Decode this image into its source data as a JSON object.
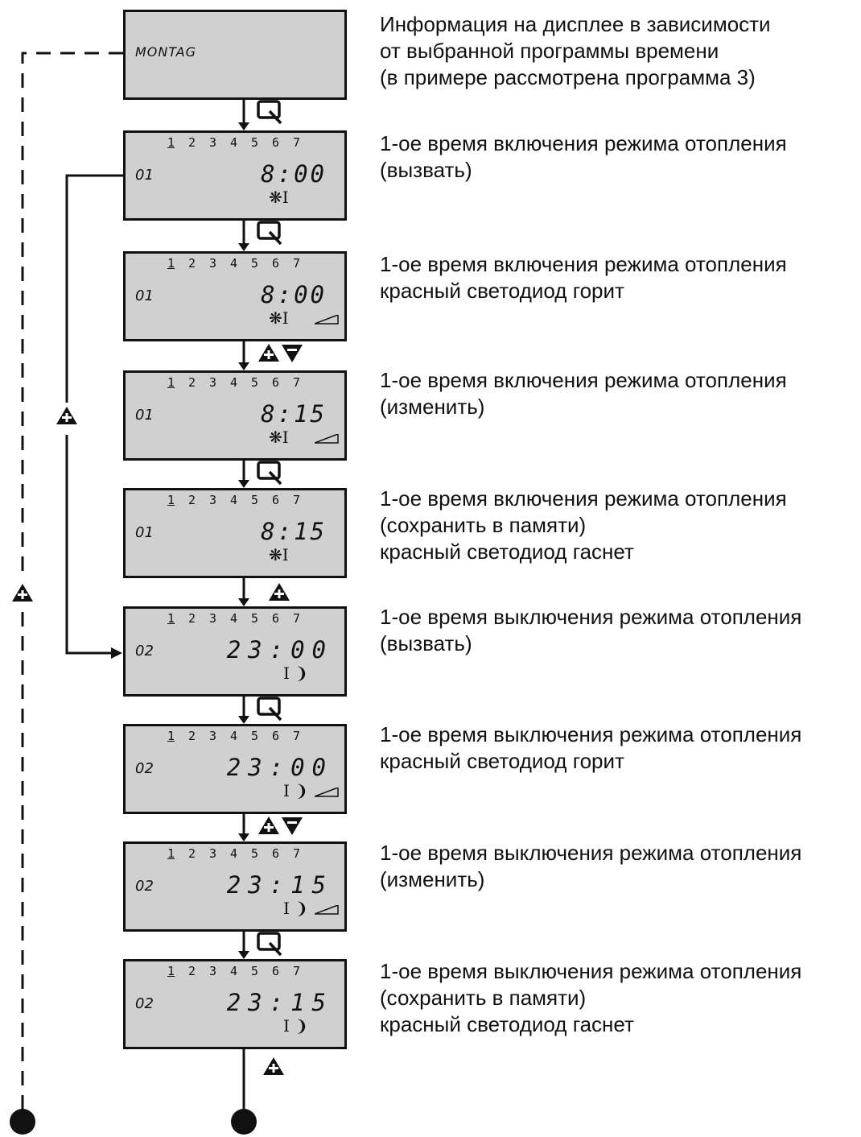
{
  "screens": [
    {
      "kind": "montag",
      "text": "MONTAG"
    },
    {
      "days": [
        "1",
        "2",
        "3",
        "4",
        "5",
        "6",
        "7"
      ],
      "active_day": "1",
      "code": "01",
      "time": "8:00",
      "symbol": "sun",
      "ramp": false
    },
    {
      "days": [
        "1",
        "2",
        "3",
        "4",
        "5",
        "6",
        "7"
      ],
      "active_day": "1",
      "code": "01",
      "time": "8:00",
      "symbol": "sun",
      "ramp": true
    },
    {
      "days": [
        "1",
        "2",
        "3",
        "4",
        "5",
        "6",
        "7"
      ],
      "active_day": "1",
      "code": "01",
      "time": "8:15",
      "symbol": "sun",
      "ramp": true
    },
    {
      "days": [
        "1",
        "2",
        "3",
        "4",
        "5",
        "6",
        "7"
      ],
      "active_day": "1",
      "code": "01",
      "time": "8:15",
      "symbol": "sun",
      "ramp": false
    },
    {
      "days": [
        "1",
        "2",
        "3",
        "4",
        "5",
        "6",
        "7"
      ],
      "active_day": "1",
      "code": "02",
      "time": "23:00",
      "symbol": "moon",
      "ramp": false
    },
    {
      "days": [
        "1",
        "2",
        "3",
        "4",
        "5",
        "6",
        "7"
      ],
      "active_day": "1",
      "code": "02",
      "time": "23:00",
      "symbol": "moon",
      "ramp": true
    },
    {
      "days": [
        "1",
        "2",
        "3",
        "4",
        "5",
        "6",
        "7"
      ],
      "active_day": "1",
      "code": "02",
      "time": "23:15",
      "symbol": "moon",
      "ramp": true
    },
    {
      "days": [
        "1",
        "2",
        "3",
        "4",
        "5",
        "6",
        "7"
      ],
      "active_day": "1",
      "code": "02",
      "time": "23:15",
      "symbol": "moon",
      "ramp": false
    }
  ],
  "descriptions": [
    [
      "Информация на дисплее в зависимости",
      "от выбранной программы времени",
      "(в примере рассмотрена программа 3)"
    ],
    [
      "1-ое время включения режима отопления",
      "(вызвать)"
    ],
    [
      "1-ое время включения режима отопления",
      "красный светодиод горит"
    ],
    [
      "1-ое время включения режима отопления",
      "(изменить)"
    ],
    [
      "1-ое время включения режима отопления",
      "(сохранить в памяти)",
      "красный светодиод гаснет"
    ],
    [
      "1-ое время выключения режима отопления",
      "(вызвать)"
    ],
    [
      "1-ое время выключения режима отопления",
      "красный светодиод горит"
    ],
    [
      "1-ое время выключения режима отопления",
      "(изменить)"
    ],
    [
      "1-ое время выключения режима отопления",
      "(сохранить в памяти)",
      "красный светодиод гаснет"
    ]
  ],
  "transitions": [
    "magnifier",
    "magnifier",
    "plus-minus",
    "magnifier",
    "plus",
    "magnifier",
    "plus-minus",
    "magnifier",
    "plus"
  ],
  "side_buttons": {
    "inner_loop": "plus",
    "outer_loop": "plus"
  },
  "symbols": {
    "sun": "❋I",
    "moon": "I ❩"
  },
  "colors": {
    "lcd": "#d0d0d0",
    "line": "#111111"
  }
}
